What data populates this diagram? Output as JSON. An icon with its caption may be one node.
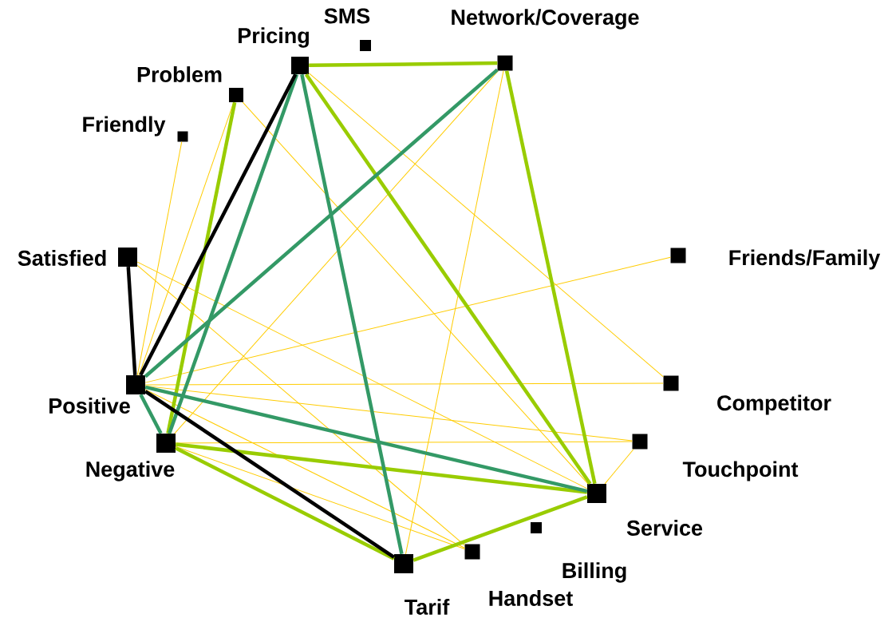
{
  "diagram": {
    "nodes": [
      {
        "text": [],
        "shape": "box",
        "beside": [
          "Pricing"
        ]
      },
      {
        "text": [],
        "shape": "box",
        "beside": [
          "SMS"
        ]
      },
      {
        "text": [],
        "shape": "box",
        "beside": [
          "Network/Coverage"
        ]
      },
      {
        "text": [],
        "shape": "box",
        "beside": [
          "Problem"
        ]
      },
      {
        "text": [],
        "shape": "box",
        "beside": [
          "Friendly"
        ]
      },
      {
        "text": [],
        "shape": "box",
        "beside": [
          "Satisfied"
        ]
      },
      {
        "text": [],
        "shape": "box",
        "beside": [
          "Friends/Family"
        ]
      },
      {
        "text": [],
        "shape": "box",
        "beside": [
          "Positive"
        ]
      },
      {
        "text": [],
        "shape": "box",
        "beside": [
          "Competitor"
        ]
      },
      {
        "text": [],
        "shape": "box",
        "beside": [
          "Negative"
        ]
      },
      {
        "text": [],
        "shape": "box",
        "beside": [
          "Touchpoint"
        ]
      },
      {
        "text": [],
        "shape": "box",
        "beside": [
          "Service"
        ]
      },
      {
        "text": [],
        "shape": "box",
        "beside": [
          "Billing"
        ]
      },
      {
        "text": [],
        "shape": "box",
        "beside": [
          "Tarif"
        ]
      },
      {
        "text": [],
        "shape": "box",
        "beside": [
          "Handset"
        ]
      }
    ],
    "edges": [
      {
        "from": 4,
        "to": 7,
        "arrow": "none"
      },
      {
        "from": 3,
        "to": 7,
        "arrow": "none"
      },
      {
        "from": 3,
        "to": 11,
        "arrow": "none"
      },
      {
        "from": 0,
        "to": 8,
        "arrow": "none"
      },
      {
        "from": 2,
        "to": 9,
        "arrow": "none"
      },
      {
        "from": 2,
        "to": 13,
        "arrow": "none"
      },
      {
        "from": 5,
        "to": 11,
        "arrow": "none"
      },
      {
        "from": 5,
        "to": 14,
        "arrow": "none"
      },
      {
        "from": 7,
        "to": 6,
        "arrow": "none"
      },
      {
        "from": 7,
        "to": 8,
        "arrow": "none"
      },
      {
        "from": 7,
        "to": 10,
        "arrow": "none"
      },
      {
        "from": 7,
        "to": 14,
        "arrow": "none"
      },
      {
        "from": 9,
        "to": 10,
        "arrow": "none"
      },
      {
        "from": 9,
        "to": 14,
        "arrow": "none"
      },
      {
        "from": 10,
        "to": 11,
        "arrow": "none"
      },
      {
        "from": 0,
        "to": 2,
        "arrow": "none",
        "style": "thick",
        "color": "#99cc00"
      },
      {
        "from": 0,
        "to": 11,
        "arrow": "none",
        "style": "thick",
        "color": "#99cc00"
      },
      {
        "from": 2,
        "to": 11,
        "arrow": "none",
        "style": "thick",
        "color": "#99cc00"
      },
      {
        "from": 3,
        "to": 9,
        "arrow": "none",
        "style": "thick",
        "color": "#99cc00"
      },
      {
        "from": 9,
        "to": 11,
        "arrow": "none",
        "style": "thick",
        "color": "#99cc00"
      },
      {
        "from": 9,
        "to": 13,
        "arrow": "none",
        "style": "thick",
        "color": "#99cc00"
      },
      {
        "from": 13,
        "to": 11,
        "arrow": "none",
        "style": "thick",
        "color": "#99cc00"
      },
      {
        "from": 2,
        "to": 7,
        "arrow": "none",
        "style": "thick",
        "color": "#339966"
      },
      {
        "from": 0,
        "to": 9,
        "arrow": "none",
        "style": "thick",
        "color": "#339966"
      },
      {
        "from": 0,
        "to": 13,
        "arrow": "none",
        "style": "thick",
        "color": "#339966"
      },
      {
        "from": 7,
        "to": 9,
        "arrow": "none",
        "style": "thick",
        "color": "#339966"
      },
      {
        "from": 7,
        "to": 11,
        "arrow": "none",
        "style": "thick",
        "color": "#339966"
      },
      {
        "from": 0,
        "to": 7,
        "arrow": "none",
        "style": "thick",
        "color": "#000000"
      },
      {
        "from": 5,
        "to": 7,
        "arrow": "none",
        "style": "thick",
        "color": "#000000"
      },
      {
        "from": 7,
        "to": 13,
        "arrow": "none",
        "style": "thick",
        "color": "#000000"
      }
    ]
  }
}
